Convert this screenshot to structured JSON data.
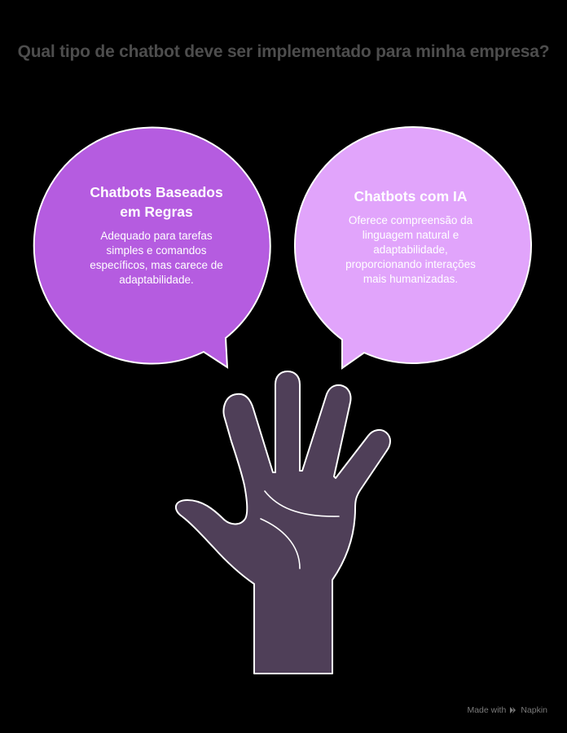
{
  "title": "Qual tipo de chatbot deve ser implementado para minha empresa?",
  "options": [
    {
      "heading": "Chatbots Baseados em Regras",
      "description": "Adequado para tarefas simples e comandos específicos, mas carece de adaptabilidade.",
      "color": "#b55ce0"
    },
    {
      "heading": "Chatbots com IA",
      "description": "Oferece compreensão da linguagem natural e adaptabilidade, proporcionando interações mais humanizadas.",
      "color": "#e1a4fb"
    }
  ],
  "illustration": {
    "icon": "raised-hand-icon",
    "hand_color": "#4f3f58",
    "outline_color": "#ffffff"
  },
  "footer": {
    "made_with": "Made with",
    "brand": "Napkin"
  }
}
